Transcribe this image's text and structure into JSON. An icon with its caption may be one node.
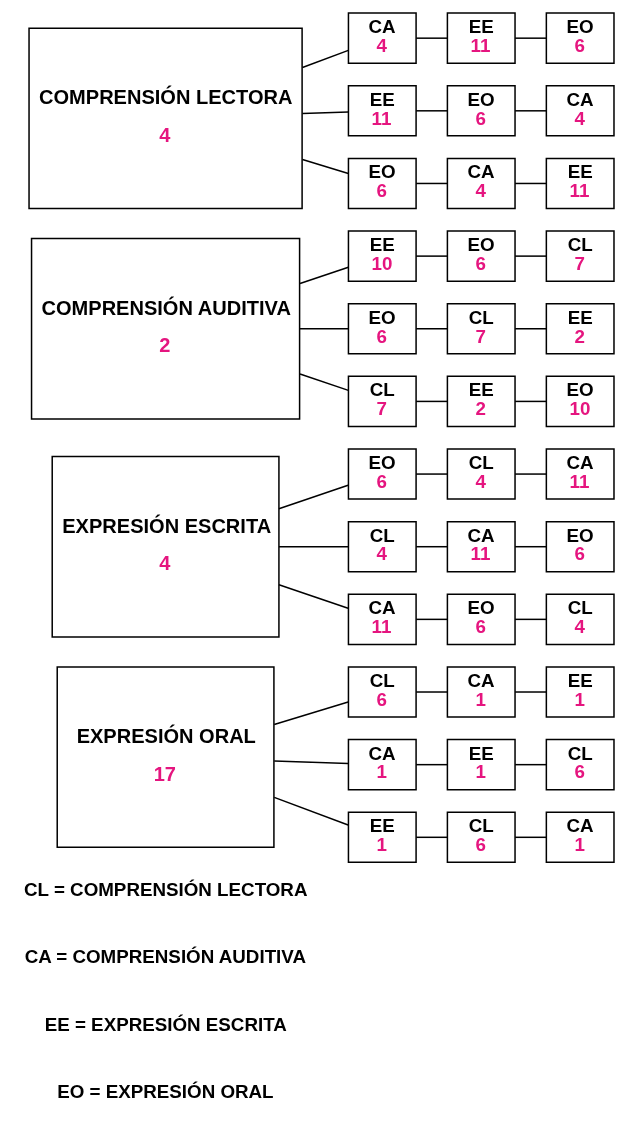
{
  "diagram": {
    "nodes": [
      {
        "text": [
          "COMPRENSIÓN LECTORA",
          "4"
        ]
      },
      {
        "text": [
          "CA",
          "4"
        ]
      },
      {
        "text": [
          "EE",
          "11"
        ]
      },
      {
        "text": [
          "EO",
          "6"
        ]
      },
      {
        "text": [
          "EE",
          "11"
        ]
      },
      {
        "text": [
          "EO",
          "6"
        ]
      },
      {
        "text": [
          "CA",
          "4"
        ]
      },
      {
        "text": [
          "EO",
          "6"
        ]
      },
      {
        "text": [
          "CA",
          "4"
        ]
      },
      {
        "text": [
          "EE",
          "11"
        ]
      },
      {
        "text": [
          "COMPRENSIÓN AUDITIVA",
          "2"
        ]
      },
      {
        "text": [
          "EE",
          "10"
        ]
      },
      {
        "text": [
          "EO",
          "6"
        ]
      },
      {
        "text": [
          "CL",
          "7"
        ]
      },
      {
        "text": [
          "EO",
          "6"
        ]
      },
      {
        "text": [
          "CL",
          "7"
        ]
      },
      {
        "text": [
          "EE",
          "2"
        ]
      },
      {
        "text": [
          "CL",
          "7"
        ]
      },
      {
        "text": [
          "EE",
          "2"
        ]
      },
      {
        "text": [
          "EO",
          "10"
        ]
      },
      {
        "text": [
          "EXPRESIÓN ESCRITA",
          "4"
        ]
      },
      {
        "text": [
          "EO",
          "6"
        ]
      },
      {
        "text": [
          "CL",
          "4"
        ]
      },
      {
        "text": [
          "CA",
          "11"
        ]
      },
      {
        "text": [
          "CL",
          "4"
        ]
      },
      {
        "text": [
          "CA",
          "11"
        ]
      },
      {
        "text": [
          "EO",
          "6"
        ]
      },
      {
        "text": [
          "CA",
          "11"
        ]
      },
      {
        "text": [
          "EO",
          "6"
        ]
      },
      {
        "text": [
          "CL",
          "4"
        ]
      },
      {
        "text": [
          "EXPRESIÓN ORAL",
          "17"
        ]
      },
      {
        "text": [
          "CL",
          "6"
        ]
      },
      {
        "text": [
          "CA",
          "1"
        ]
      },
      {
        "text": [
          "EE",
          "1"
        ]
      },
      {
        "text": [
          "CA",
          "1"
        ]
      },
      {
        "text": [
          "EE",
          "1"
        ]
      },
      {
        "text": [
          "CL",
          "6"
        ]
      },
      {
        "text": [
          "EE",
          "1"
        ]
      },
      {
        "text": [
          "CL",
          "6"
        ]
      },
      {
        "text": [
          "CA",
          "1"
        ]
      }
    ],
    "edges": [
      {
        "from": 0,
        "to": 1,
        "arrow": "none"
      },
      {
        "from": 0,
        "to": 4,
        "arrow": "none"
      },
      {
        "from": 0,
        "to": 7,
        "arrow": "none"
      },
      {
        "from": 1,
        "to": 2,
        "arrow": "none"
      },
      {
        "from": 2,
        "to": 3,
        "arrow": "none"
      },
      {
        "from": 4,
        "to": 5,
        "arrow": "none"
      },
      {
        "from": 5,
        "to": 6,
        "arrow": "none"
      },
      {
        "from": 7,
        "to": 8,
        "arrow": "none"
      },
      {
        "from": 8,
        "to": 9,
        "arrow": "none"
      },
      {
        "from": 10,
        "to": 11,
        "arrow": "none"
      },
      {
        "from": 10,
        "to": 14,
        "arrow": "none"
      },
      {
        "from": 10,
        "to": 17,
        "arrow": "none"
      },
      {
        "from": 11,
        "to": 12,
        "arrow": "none"
      },
      {
        "from": 12,
        "to": 13,
        "arrow": "none"
      },
      {
        "from": 14,
        "to": 15,
        "arrow": "none"
      },
      {
        "from": 15,
        "to": 16,
        "arrow": "none"
      },
      {
        "from": 17,
        "to": 18,
        "arrow": "none"
      },
      {
        "from": 18,
        "to": 19,
        "arrow": "none"
      },
      {
        "from": 20,
        "to": 21,
        "arrow": "none"
      },
      {
        "from": 20,
        "to": 24,
        "arrow": "none"
      },
      {
        "from": 20,
        "to": 27,
        "arrow": "none"
      },
      {
        "from": 21,
        "to": 22,
        "arrow": "none"
      },
      {
        "from": 22,
        "to": 23,
        "arrow": "none"
      },
      {
        "from": 24,
        "to": 25,
        "arrow": "none"
      },
      {
        "from": 25,
        "to": 26,
        "arrow": "none"
      },
      {
        "from": 27,
        "to": 28,
        "arrow": "none"
      },
      {
        "from": 28,
        "to": 29,
        "arrow": "none"
      },
      {
        "from": 30,
        "to": 31,
        "arrow": "none"
      },
      {
        "from": 30,
        "to": 34,
        "arrow": "none"
      },
      {
        "from": 30,
        "to": 37,
        "arrow": "none"
      },
      {
        "from": 31,
        "to": 32,
        "arrow": "none"
      },
      {
        "from": 32,
        "to": 33,
        "arrow": "none"
      },
      {
        "from": 34,
        "to": 35,
        "arrow": "none"
      },
      {
        "from": 35,
        "to": 36,
        "arrow": "none"
      },
      {
        "from": 37,
        "to": 38,
        "arrow": "none"
      },
      {
        "from": 38,
        "to": 39,
        "arrow": "none"
      }
    ],
    "labels": [
      "CL = COMPRENSIÓN LECTORA",
      "CA = COMPRENSIÓN AUDITIVA",
      "EE = EXPRESIÓN ESCRITA",
      "EO = EXPRESIÓN ORAL"
    ]
  }
}
